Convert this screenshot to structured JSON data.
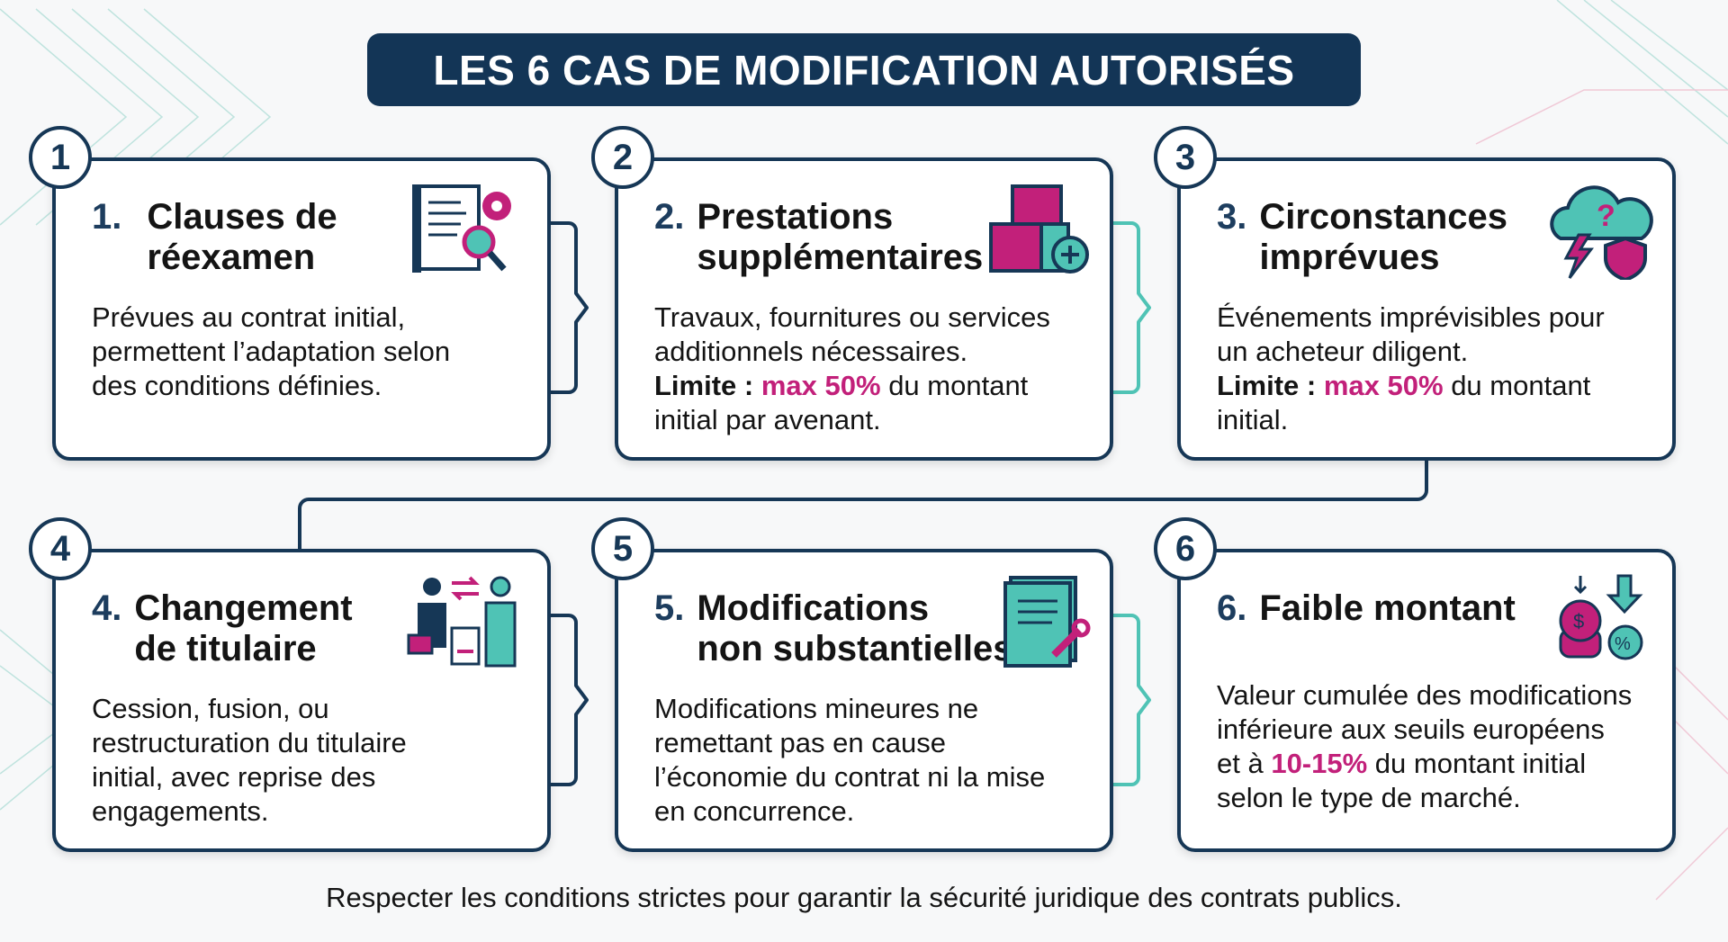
{
  "title": "LES 6 CAS DE MODIFICATION AUTORISÉS",
  "colors": {
    "navy": "#133556",
    "magenta": "#c2207a",
    "teal": "#4fc3b5"
  },
  "cards": [
    {
      "badge": "1",
      "num": "1.",
      "title1": "Clauses de",
      "title2": "réexamen",
      "icon": "document-gear-magnifier-icon",
      "lines": [
        "Prévues au contrat initial,",
        "permettent l’adaptation selon",
        "des conditions définies."
      ]
    },
    {
      "badge": "2",
      "num": "2.",
      "title1": "Prestations",
      "title2": "supplémentaires",
      "icon": "boxes-plus-icon",
      "lines": [
        "Travaux, fournitures ou services",
        "additionnels nécessaires."
      ],
      "limit_label": "Limite :",
      "limit_value": "max 50%",
      "limit_rest": " du montant",
      "last": "initial par avenant."
    },
    {
      "badge": "3",
      "num": "3.",
      "title1": "Circonstances",
      "title2": "imprévues",
      "icon": "cloud-lightning-shield-icon",
      "lines": [
        "Événements imprévisibles pour",
        "un acheteur diligent."
      ],
      "limit_label": "Limite :",
      "limit_value": "max 50%",
      "limit_rest": " du montant",
      "last": "initial."
    },
    {
      "badge": "4",
      "num": "4.",
      "title1": "Changement",
      "title2": "de titulaire",
      "icon": "handover-people-icon",
      "lines": [
        "Cession, fusion, ou",
        "restructuration du titulaire",
        "initial, avec reprise des",
        "engagements."
      ]
    },
    {
      "badge": "5",
      "num": "5.",
      "title1": "Modifications",
      "title2": "non substantielles",
      "icon": "document-wrench-icon",
      "lines": [
        "Modifications mineures ne",
        "remettant pas en cause",
        "l’économie du contrat ni la mise",
        "en concurrence."
      ]
    },
    {
      "badge": "6",
      "num": "6.",
      "title1": "Faible montant",
      "icon": "coins-percent-down-icon",
      "lines": [
        "Valeur cumulée des modifications",
        "inférieure aux seuils européens"
      ],
      "pre": "et à ",
      "value": "10-15%",
      "post": " du montant initial",
      "last": "selon le type de marché."
    }
  ],
  "footer": "Respecter les conditions strictes pour garantir la sécurité juridique des contrats publics."
}
